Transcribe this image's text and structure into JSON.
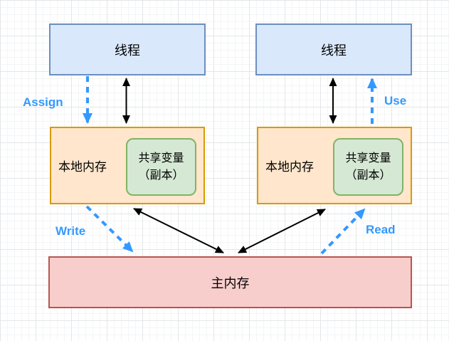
{
  "diagram": {
    "title": "JMM thread / working memory / main memory diagram",
    "nodes": {
      "thread_left": "线程",
      "thread_right": "线程",
      "local_left": "本地内存",
      "local_right": "本地内存",
      "shared_var_line1": "共享变量",
      "shared_var_line2": "（副本）",
      "main_memory": "主内存"
    },
    "edge_labels": {
      "assign": "Assign",
      "use": "Use",
      "write": "Write",
      "read": "Read"
    },
    "colors": {
      "thread_fill": "#dae8fc",
      "thread_border": "#6c8ebf",
      "local_memory_fill": "#ffe6cc",
      "local_memory_border": "#d79b00",
      "shared_var_fill": "#d5e8d4",
      "shared_var_border": "#82b366",
      "main_memory_fill": "#f8cecc",
      "main_memory_border": "#b85450",
      "action_arrow_blue": "#3399ff",
      "sync_arrow_black": "#000000",
      "grid_minor": "#f4f5f6",
      "grid_major": "#e4e6e9"
    }
  }
}
